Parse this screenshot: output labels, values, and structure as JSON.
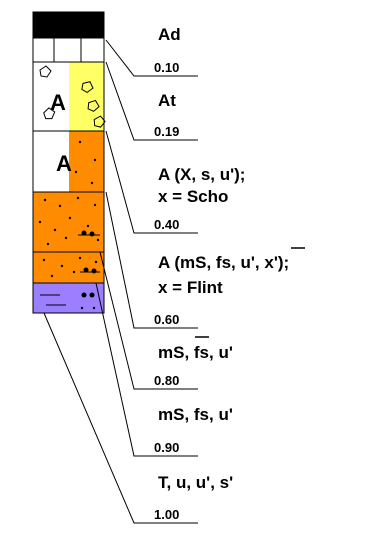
{
  "profile": {
    "layers": [
      {
        "label_lines": [
          "Ad"
        ],
        "depth": "0.10",
        "symbol": "",
        "colors": {
          "fill": "#ffffff",
          "fill2": "#ffffff"
        }
      },
      {
        "label_lines": [
          "At"
        ],
        "depth": "0.19",
        "symbol": "A",
        "colors": {
          "fill": "#ffffff",
          "fill2": "#ffff66"
        }
      },
      {
        "label_lines": [
          "A (X, s, u');",
          "x = Scho"
        ],
        "depth": "0.40",
        "symbol": "A",
        "colors": {
          "fill": "#ffffff",
          "fill2": "#ff8c00"
        }
      },
      {
        "label_lines": [
          "A (mS, fs, u', x');",
          "x = Flint"
        ],
        "depth": "0.60",
        "symbol": "",
        "colors": {
          "fill": "#ff8c00",
          "fill2": "#ff8c00"
        }
      },
      {
        "label_lines": [
          "mS, fs, u'"
        ],
        "depth": "0.80",
        "symbol": "",
        "colors": {
          "fill": "#ff8c00",
          "fill2": "#ff8c00"
        }
      },
      {
        "label_lines": [
          "mS, fs, u'"
        ],
        "depth": "0.90",
        "symbol": "",
        "colors": {
          "fill": "#ff8c00",
          "fill2": "#ff8c00"
        }
      },
      {
        "label_lines": [
          "T, u, u', s'"
        ],
        "depth": "1.00",
        "symbol": "",
        "colors": {
          "fill": "#9b7fff",
          "fill2": "#9b7fff"
        }
      }
    ],
    "colors": {
      "topsoil": "#000000",
      "outline": "#000000"
    }
  }
}
